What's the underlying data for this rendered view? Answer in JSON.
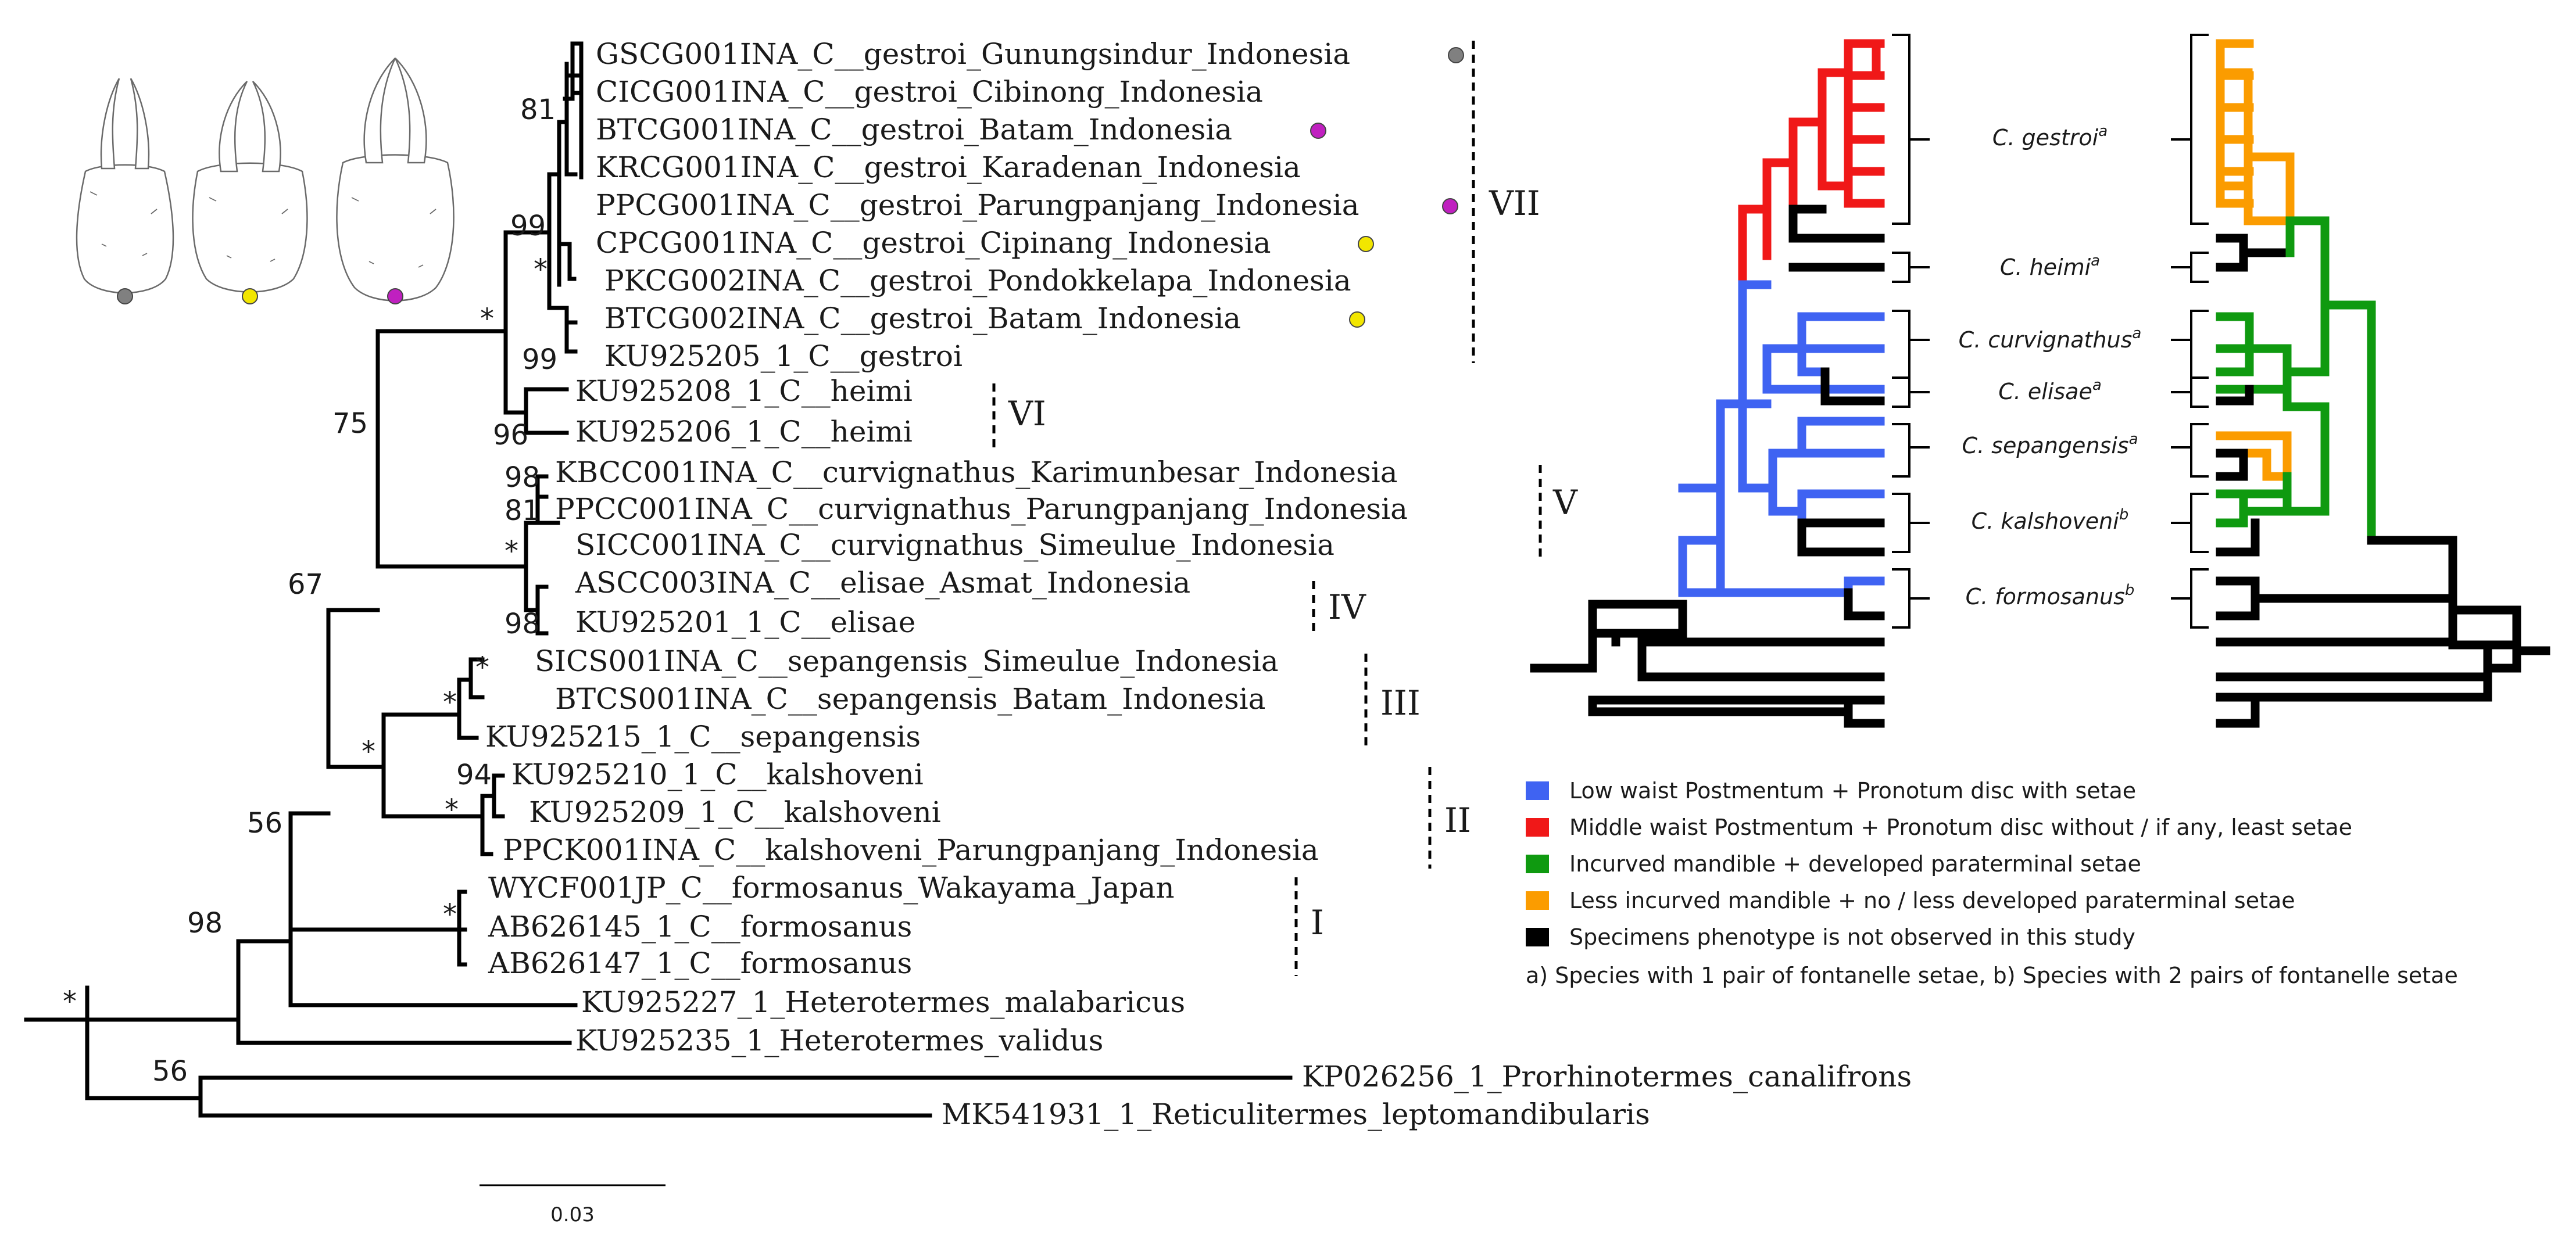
{
  "tree": {
    "scale_label": "0.03",
    "taxa": [
      {
        "label": "GSCG001INA_C__gestroi_Gunungsindur_Indonesia",
        "dot": "#808080"
      },
      {
        "label": "CICG001INA_C__gestroi_Cibinong_Indonesia",
        "dot": null
      },
      {
        "label": "BTCG001INA_C__gestroi_Batam_Indonesia",
        "dot": "#c020c0"
      },
      {
        "label": "KRCG001INA_C__gestroi_Karadenan_Indonesia",
        "dot": null
      },
      {
        "label": "PPCG001INA_C__gestroi_Parungpanjang_Indonesia",
        "dot": "#c020c0"
      },
      {
        "label": "CPCG001INA_C__gestroi_Cipinang_Indonesia",
        "dot": "#f2e600"
      },
      {
        "label": "PKCG002INA_C__gestroi_Pondokkelapa_Indonesia",
        "dot": null
      },
      {
        "label": "BTCG002INA_C__gestroi_Batam_Indonesia",
        "dot": "#f2e600"
      },
      {
        "label": "KU925205_1_C__gestroi",
        "dot": null
      },
      {
        "label": "KU925208_1_C__heimi",
        "dot": null
      },
      {
        "label": "KU925206_1_C__heimi",
        "dot": null
      },
      {
        "label": "KBCC001INA_C__curvignathus_Karimunbesar_Indonesia",
        "dot": null
      },
      {
        "label": "PPCC001INA_C__curvignathus_Parungpanjang_Indonesia",
        "dot": null
      },
      {
        "label": "SICC001INA_C__curvignathus_Simeulue_Indonesia",
        "dot": null
      },
      {
        "label": "ASCC003INA_C__elisae_Asmat_Indonesia",
        "dot": null
      },
      {
        "label": "KU925201_1_C__elisae",
        "dot": null
      },
      {
        "label": "SICS001INA_C__sepangensis_Simeulue_Indonesia",
        "dot": null
      },
      {
        "label": "BTCS001INA_C__sepangensis_Batam_Indonesia",
        "dot": null
      },
      {
        "label": "KU925215_1_C__sepangensis",
        "dot": null
      },
      {
        "label": "KU925210_1_C__kalshoveni",
        "dot": null
      },
      {
        "label": "KU925209_1_C__kalshoveni",
        "dot": null
      },
      {
        "label": "PPCK001INA_C__kalshoveni_Parungpanjang_Indonesia",
        "dot": null
      },
      {
        "label": "WYCF001JP_C__formosanus_Wakayama_Japan",
        "dot": null
      },
      {
        "label": "AB626145_1_C__formosanus",
        "dot": null
      },
      {
        "label": "AB626147_1_C__formosanus",
        "dot": null
      },
      {
        "label": "KU925227_1_Heterotermes_malabaricus",
        "dot": null
      },
      {
        "label": "KU925235_1_Heterotermes_validus",
        "dot": null
      },
      {
        "label": "KP026256_1_Prorhinotermes_canalifrons",
        "dot": null
      },
      {
        "label": "MK541931_1_Reticulitermes_leptomandibularis",
        "dot": null
      }
    ],
    "supports": [
      "81",
      "99",
      "*",
      "99",
      "*",
      "96",
      "75",
      "98",
      "81",
      "*",
      "98",
      "67",
      "*",
      "*",
      "*",
      "94",
      "*",
      "56",
      "*",
      "98",
      "*",
      "56"
    ],
    "clades": [
      "VII",
      "VI",
      "V",
      "IV",
      "III",
      "II",
      "I"
    ]
  },
  "sketch_dots": [
    "#808080",
    "#f2e600",
    "#c020c0"
  ],
  "species": [
    {
      "name": "C. gestroi",
      "sup": "a"
    },
    {
      "name": "C. heimi",
      "sup": "a"
    },
    {
      "name": "C. curvignathus",
      "sup": "a"
    },
    {
      "name": "C. elisae",
      "sup": "a"
    },
    {
      "name": "C. sepangensis",
      "sup": "a"
    },
    {
      "name": "C. kalshoveni",
      "sup": "b"
    },
    {
      "name": "C. formosanus",
      "sup": "b"
    }
  ],
  "legend": {
    "items": [
      {
        "color": "#3f63f2",
        "label": "Low waist Postmentum + Pronotum disc with setae"
      },
      {
        "color": "#f01818",
        "label": "Middle waist Postmentum + Pronotum disc without / if any, least setae"
      },
      {
        "color": "#0f9a10",
        "label": "Incurved mandible + developed paraterminal setae"
      },
      {
        "color": "#fb9c00",
        "label": "Less incurved mandible + no / less developed paraterminal setae"
      },
      {
        "color": "#000000",
        "label": "Specimens phenotype is not observed in this study"
      }
    ],
    "footnote": "a) Species with 1 pair of fontanelle setae, b) Species with 2 pairs of fontanelle setae"
  }
}
